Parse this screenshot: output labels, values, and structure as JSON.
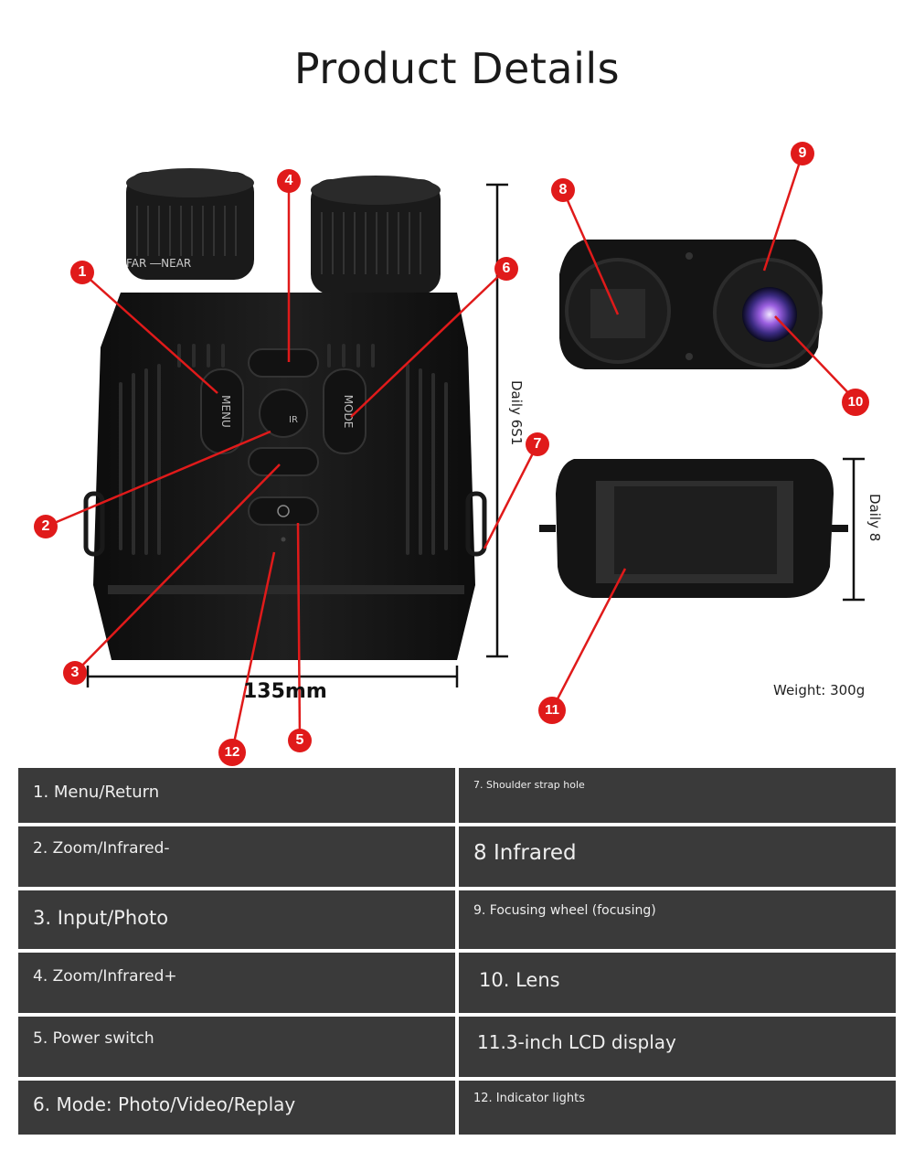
{
  "title": "Product Details",
  "callouts": [
    "1",
    "2",
    "3",
    "4",
    "5",
    "6",
    "7",
    "8",
    "9",
    "10",
    "11",
    "12"
  ],
  "dimensions": {
    "height_label": "Daily 6S1",
    "width_label": "135mm",
    "screen_label": "Daily 8",
    "weight": "Weight: 300g"
  },
  "device_text": {
    "focus_label": "FAR ―NEAR",
    "menu_button": "MENU",
    "mode_button": "MODE",
    "ir_label": "IR"
  },
  "table": {
    "left": [
      "1. Menu/Return",
      "2. Zoom/Infrared-",
      "3. Input/Photo",
      "4. Zoom/Infrared+",
      "5. Power switch",
      "6. Mode: Photo/Video/Replay"
    ],
    "right": [
      "7. Shoulder strap hole",
      "8 Infrared",
      "9. Focusing wheel (focusing)",
      "10. Lens",
      "11.3-inch LCD display",
      "12. Indicator lights"
    ]
  },
  "colors": {
    "callout": "#e01a1a",
    "table_bg": "#3a3a3a",
    "table_text": "#eeeeee",
    "device_body": "#141414"
  }
}
